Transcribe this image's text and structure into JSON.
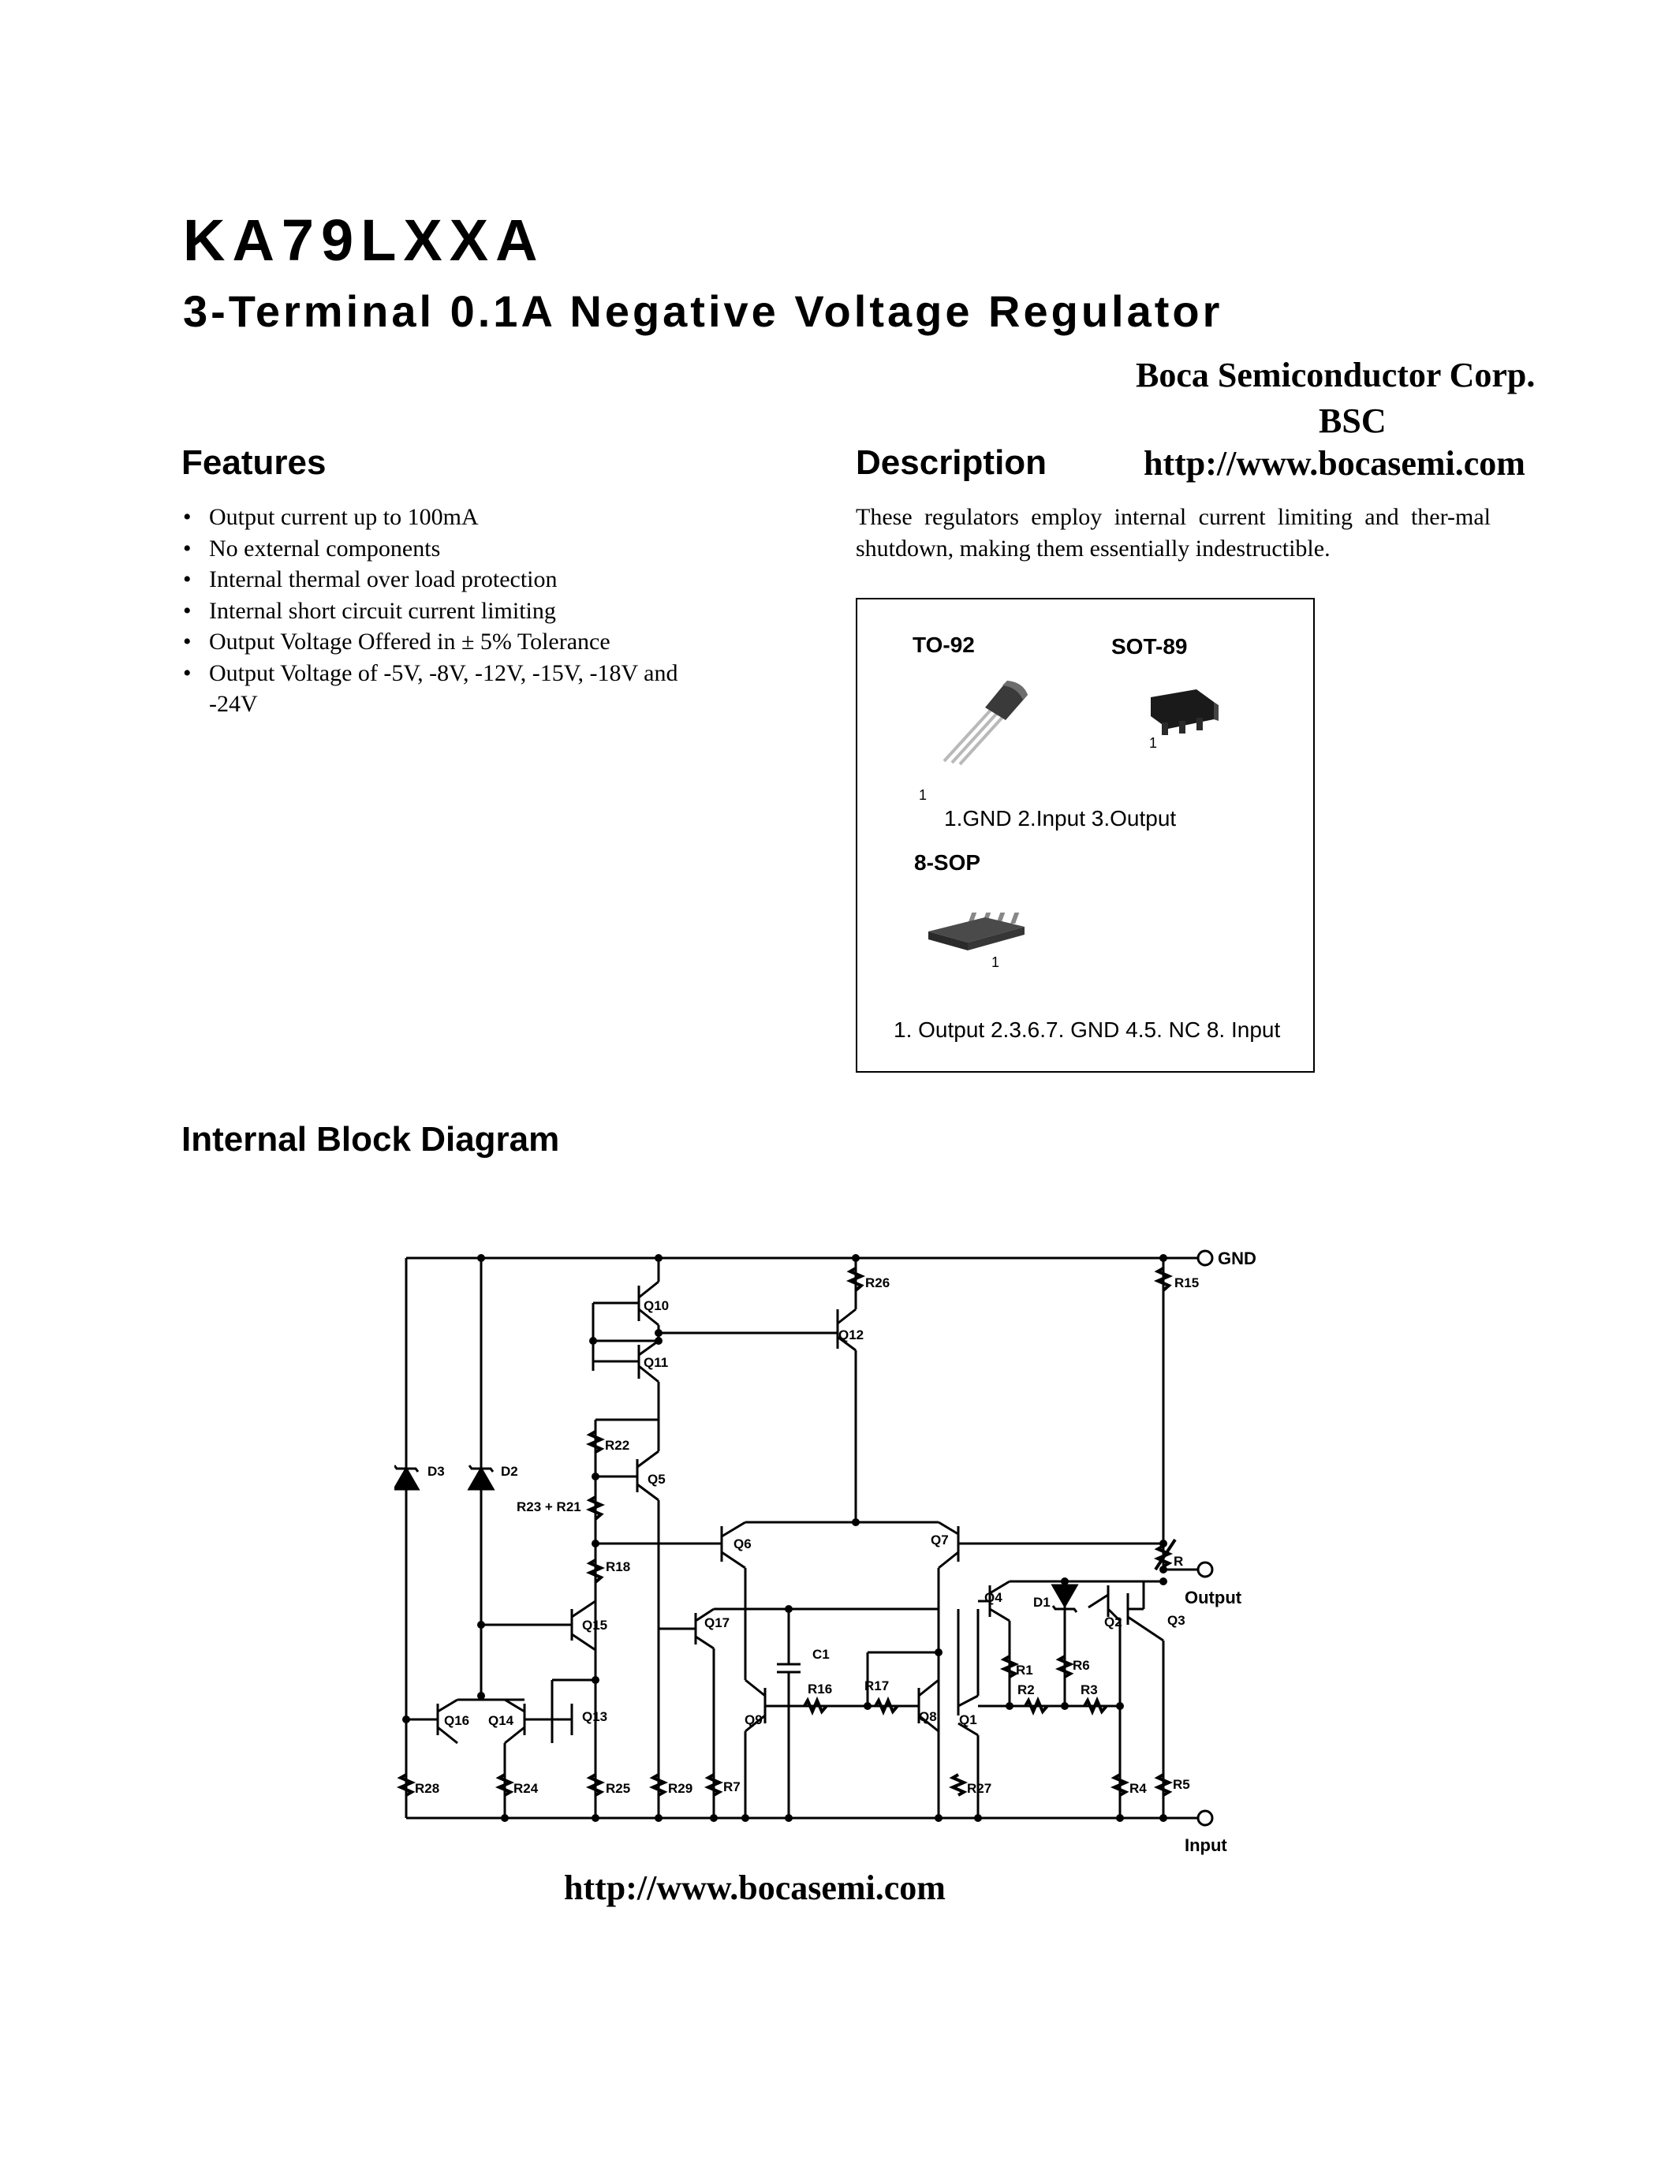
{
  "header": {
    "part_number": "KA79LXXA",
    "subtitle": "3-Terminal 0.1A Negative Voltage Regulator",
    "company": "Boca Semiconductor Corp.",
    "company_abbr": "BSC",
    "company_url": "http://www.bocasemi.com"
  },
  "features": {
    "heading": "Features",
    "items": [
      {
        "text": "Output current up to 100mA"
      },
      {
        "text": "No external components"
      },
      {
        "text": "Internal thermal over load protection"
      },
      {
        "text": "Internal short circuit current limiting"
      },
      {
        "text": "Output Voltage Offered in ± 5% Tolerance"
      },
      {
        "text": "Output Voltage of -5V, -8V, -12V, -15V, -18V and -24V"
      }
    ]
  },
  "description": {
    "heading": "Description",
    "text": "These regulators employ internal current limiting and ther-mal shutdown, making them essentially indestructible."
  },
  "packages": {
    "to92_label": "TO-92",
    "sot89_label": "SOT-89",
    "to92_pin_one": "1",
    "sot89_pin_one": "1",
    "to92_pinout": "1.GND 2.Input 3.Output",
    "sop_label": "8-SOP",
    "sop_pin_one": "1",
    "sop_pinout": "1. Output 2.3.6.7. GND 4.5. NC 8. Input"
  },
  "block_diagram": {
    "heading": "Internal Block Diagram",
    "pins": {
      "gnd": "GND",
      "output": "Output",
      "input": "Input"
    },
    "labels": {
      "q10": "Q10",
      "q11": "Q11",
      "q12": "Q12",
      "q5": "Q5",
      "q6": "Q6",
      "q7": "Q7",
      "q15": "Q15",
      "q17": "Q17",
      "q13": "Q13",
      "q16": "Q16",
      "q14": "Q14",
      "q9": "Q9",
      "q8": "Q8",
      "q1": "Q1",
      "q4": "Q4",
      "q2": "Q2",
      "q3": "Q3",
      "d1": "D1",
      "d2": "D2",
      "d3": "D3",
      "r26": "R26",
      "r15": "R15",
      "r22": "R22",
      "r23_r21": "R23 + R21",
      "r18": "R18",
      "r": "R",
      "c1": "C1",
      "r16": "R16",
      "r17": "R17",
      "r1": "R1",
      "r6": "R6",
      "r2": "R2",
      "r3": "R3",
      "r28": "R28",
      "r24": "R24",
      "r25": "R25",
      "r29": "R29",
      "r7": "R7",
      "r27": "R27",
      "r4": "R4",
      "r5": "R5"
    }
  },
  "footer": {
    "url": "http://www.bocasemi.com"
  }
}
